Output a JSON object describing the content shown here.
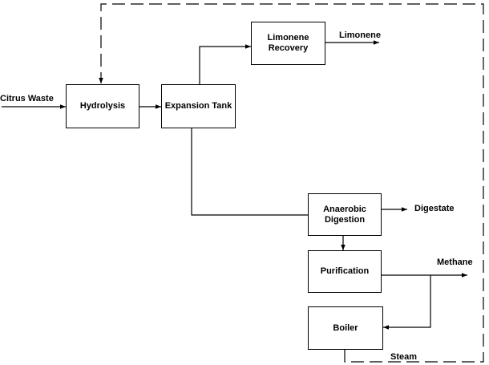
{
  "boxes": {
    "hydrolysis": "Hydrolysis",
    "expansion_tank": "Expansion Tank",
    "limonene_recovery": [
      "Limonene",
      "Recovery"
    ],
    "anaerobic_digestion": [
      "Anaerobic",
      "Digestion"
    ],
    "purification": "Purification",
    "boiler": "Boiler"
  },
  "streams": {
    "citrus_waste": "Citrus Waste",
    "limonene": "Limonene",
    "digestate": "Digestate",
    "methane": "Methane",
    "steam": "Steam"
  },
  "colors": {
    "line": "#000000",
    "background": "#ffffff"
  }
}
